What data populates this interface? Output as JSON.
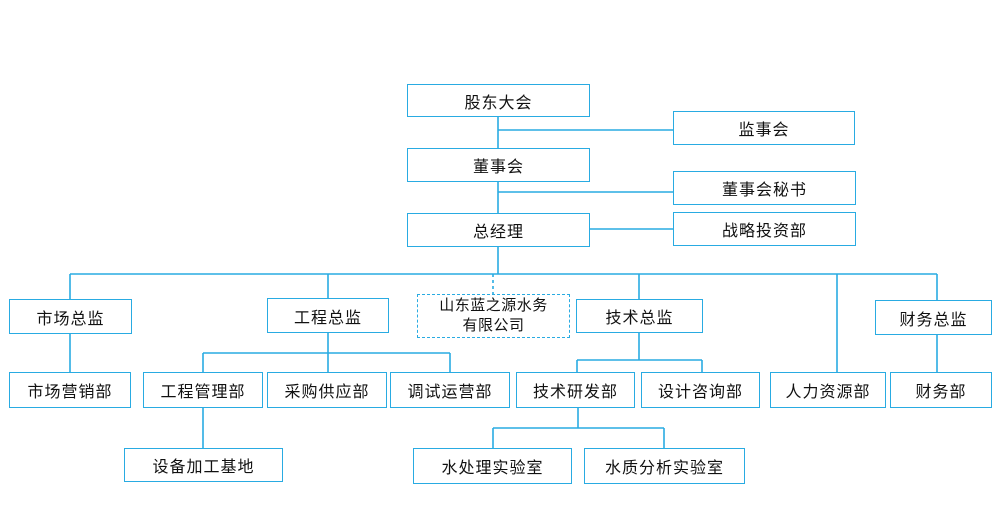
{
  "diagram": {
    "type": "org-chart",
    "accent_color": "#29abe2",
    "text_color": "#111111",
    "background_color": "#ffffff",
    "nodes": {
      "shareholders": {
        "label": "股东大会"
      },
      "supervisory_board": {
        "label": "监事会"
      },
      "board": {
        "label": "董事会"
      },
      "board_secretary": {
        "label": "董事会秘书"
      },
      "general_manager": {
        "label": "总经理"
      },
      "strategic_investment": {
        "label": "战略投资部"
      },
      "marketing_director": {
        "label": "市场总监"
      },
      "engineering_director": {
        "label": "工程总监"
      },
      "company": {
        "line1": "山东蓝之源水务",
        "line2": "有限公司"
      },
      "technical_director": {
        "label": "技术总监"
      },
      "finance_director": {
        "label": "财务总监"
      },
      "marketing_dept": {
        "label": "市场营销部"
      },
      "engineering_mgmt_dept": {
        "label": "工程管理部"
      },
      "procurement_dept": {
        "label": "采购供应部"
      },
      "commissioning_ops_dept": {
        "label": "调试运营部"
      },
      "tech_rd_dept": {
        "label": "技术研发部"
      },
      "design_consulting_dept": {
        "label": "设计咨询部"
      },
      "hr_dept": {
        "label": "人力资源部"
      },
      "finance_dept": {
        "label": "财务部"
      },
      "equipment_base": {
        "label": "设备加工基地"
      },
      "water_treatment_lab": {
        "label": "水处理实验室"
      },
      "water_quality_lab": {
        "label": "水质分析实验室"
      }
    },
    "edges": [
      {
        "from": "股东大会",
        "to": "董事会"
      },
      {
        "from": "股东大会",
        "to": "监事会"
      },
      {
        "from": "董事会",
        "to": "总经理"
      },
      {
        "from": "董事会",
        "to": "董事会秘书"
      },
      {
        "from": "总经理",
        "to": "战略投资部"
      },
      {
        "from": "总经理",
        "to": "市场总监"
      },
      {
        "from": "总经理",
        "to": "工程总监"
      },
      {
        "from": "总经理",
        "to": "山东蓝之源水务有限公司",
        "style": "dashed"
      },
      {
        "from": "总经理",
        "to": "技术总监"
      },
      {
        "from": "总经理",
        "to": "人力资源部"
      },
      {
        "from": "总经理",
        "to": "财务总监"
      },
      {
        "from": "市场总监",
        "to": "市场营销部"
      },
      {
        "from": "工程总监",
        "to": "工程管理部"
      },
      {
        "from": "工程总监",
        "to": "采购供应部"
      },
      {
        "from": "工程总监",
        "to": "调试运营部"
      },
      {
        "from": "技术总监",
        "to": "技术研发部"
      },
      {
        "from": "技术总监",
        "to": "设计咨询部"
      },
      {
        "from": "财务总监",
        "to": "财务部"
      },
      {
        "from": "工程管理部",
        "to": "设备加工基地"
      },
      {
        "from": "技术研发部",
        "to": "水处理实验室"
      },
      {
        "from": "技术研发部",
        "to": "水质分析实验室"
      }
    ]
  }
}
